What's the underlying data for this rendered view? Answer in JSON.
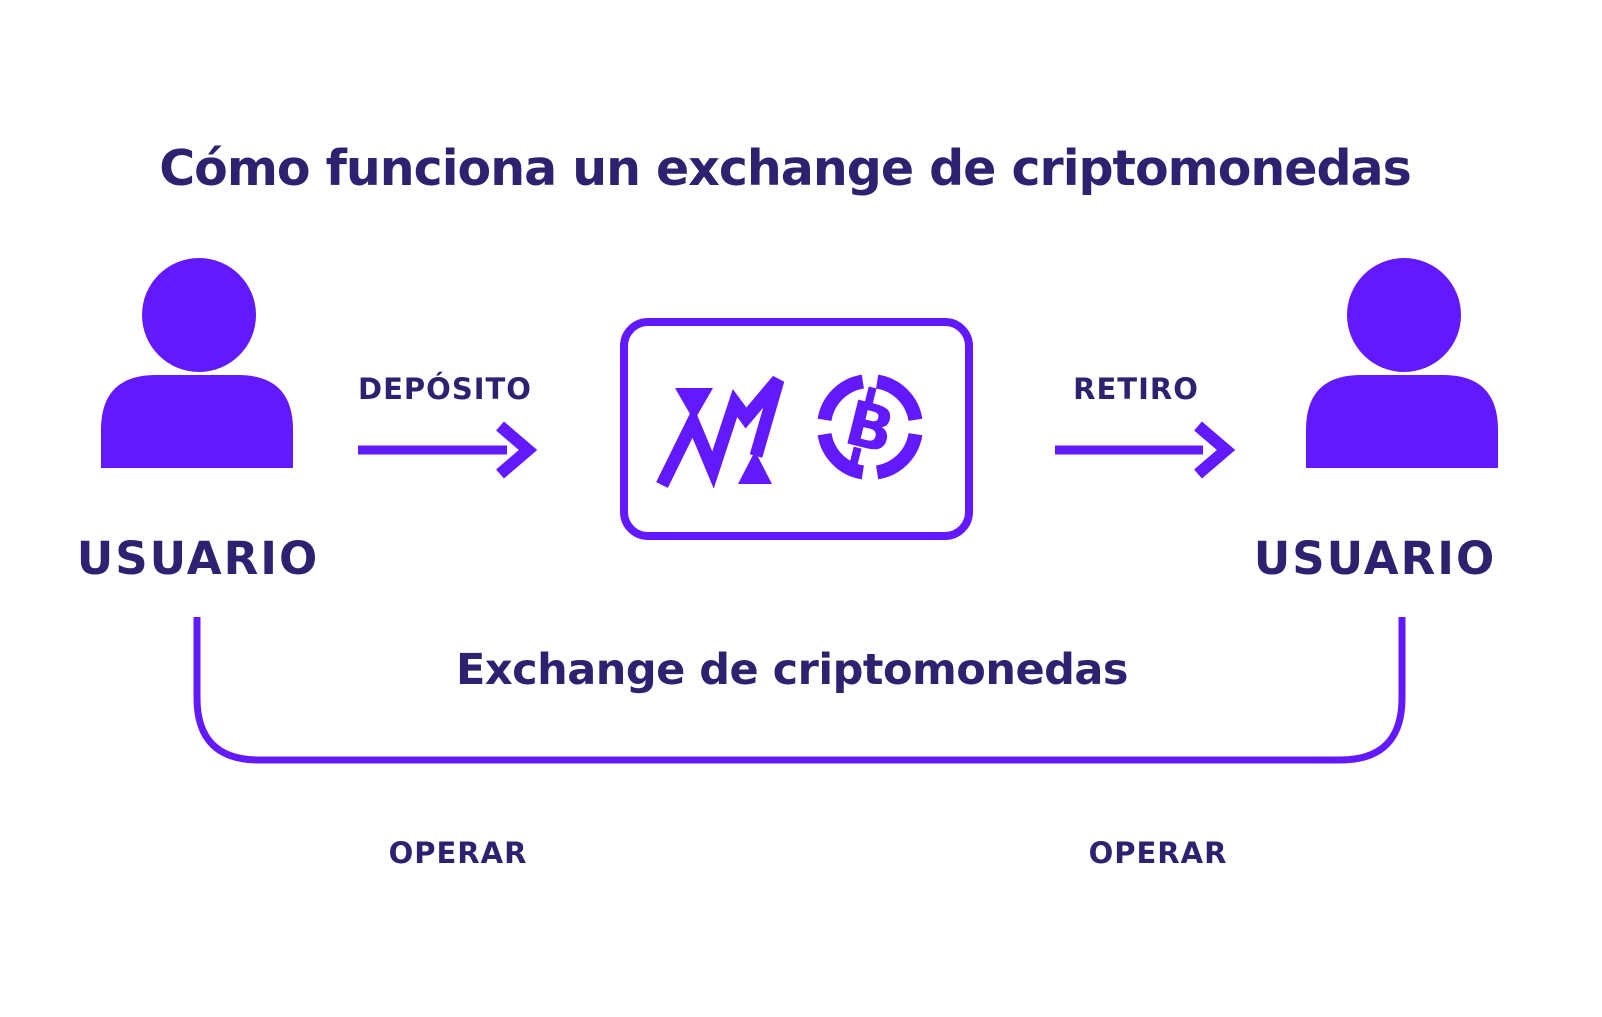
{
  "title": "Cómo funciona un exchange de criptomonedas",
  "colors": {
    "purple": "#6219FD",
    "indigo": "#2D2170",
    "background": "#FFFFFF"
  },
  "left_user": {
    "label": "USUARIO",
    "icon": "user-icon"
  },
  "right_user": {
    "label": "USUARIO",
    "icon": "user-icon"
  },
  "flows": {
    "deposit_label": "DEPÓSITO",
    "withdraw_label": "RETIRO",
    "arrow_icon": "arrow-right-icon"
  },
  "exchange": {
    "label": "Exchange de criptomonedas",
    "box_icons": [
      "market-chart-logo-icon",
      "bitcoin-icon"
    ],
    "bitcoin_letter": "B"
  },
  "operate": {
    "left_label": "OPERAR",
    "right_label": "OPERAR"
  }
}
